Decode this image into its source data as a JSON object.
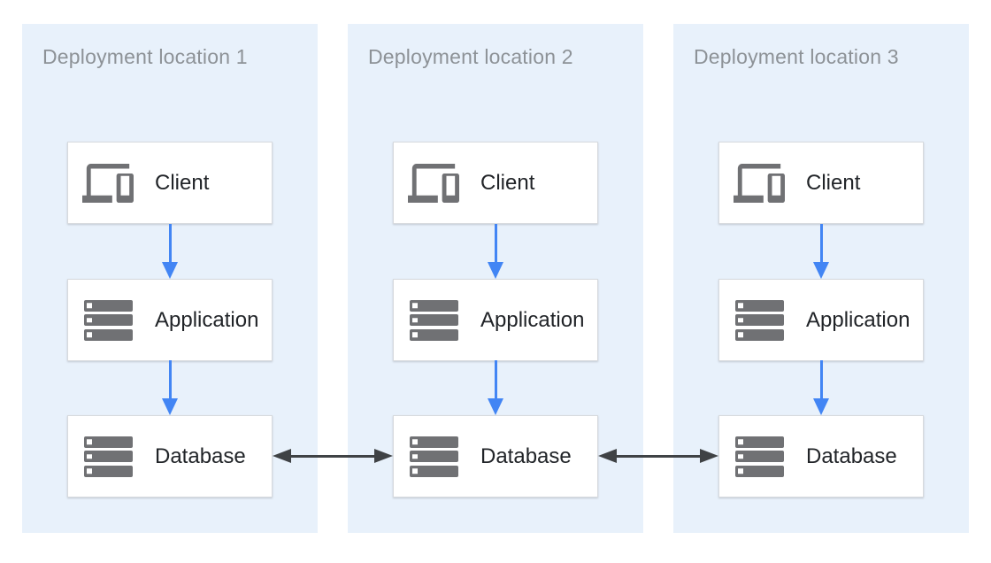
{
  "panels": [
    {
      "title": "Deployment location 1",
      "nodes": [
        {
          "label": "Client",
          "icon": "devices-icon"
        },
        {
          "label": "Application",
          "icon": "servers-icon"
        },
        {
          "label": "Database",
          "icon": "servers-icon"
        }
      ]
    },
    {
      "title": "Deployment location 2",
      "nodes": [
        {
          "label": "Client",
          "icon": "devices-icon"
        },
        {
          "label": "Application",
          "icon": "servers-icon"
        },
        {
          "label": "Database",
          "icon": "servers-icon"
        }
      ]
    },
    {
      "title": "Deployment location 3",
      "nodes": [
        {
          "label": "Client",
          "icon": "devices-icon"
        },
        {
          "label": "Application",
          "icon": "servers-icon"
        },
        {
          "label": "Database",
          "icon": "servers-icon"
        }
      ]
    }
  ],
  "connections": {
    "flows_per_panel": [
      "Client → Application",
      "Application → Database"
    ],
    "replication_links": [
      "Database (location 1) ↔ Database (location 2)",
      "Database (location 2) ↔ Database (location 3)"
    ]
  },
  "colors": {
    "page_background": "#ffffff",
    "panel_background": "#e8f1fb",
    "node_background": "#ffffff",
    "node_border": "#d7dade",
    "flow_arrow_blue": "#4285f4",
    "replication_arrow_dark": "#3f4245",
    "icon_gray": "#707174",
    "panel_title_text": "#8d9297",
    "node_label_text": "#212428"
  }
}
